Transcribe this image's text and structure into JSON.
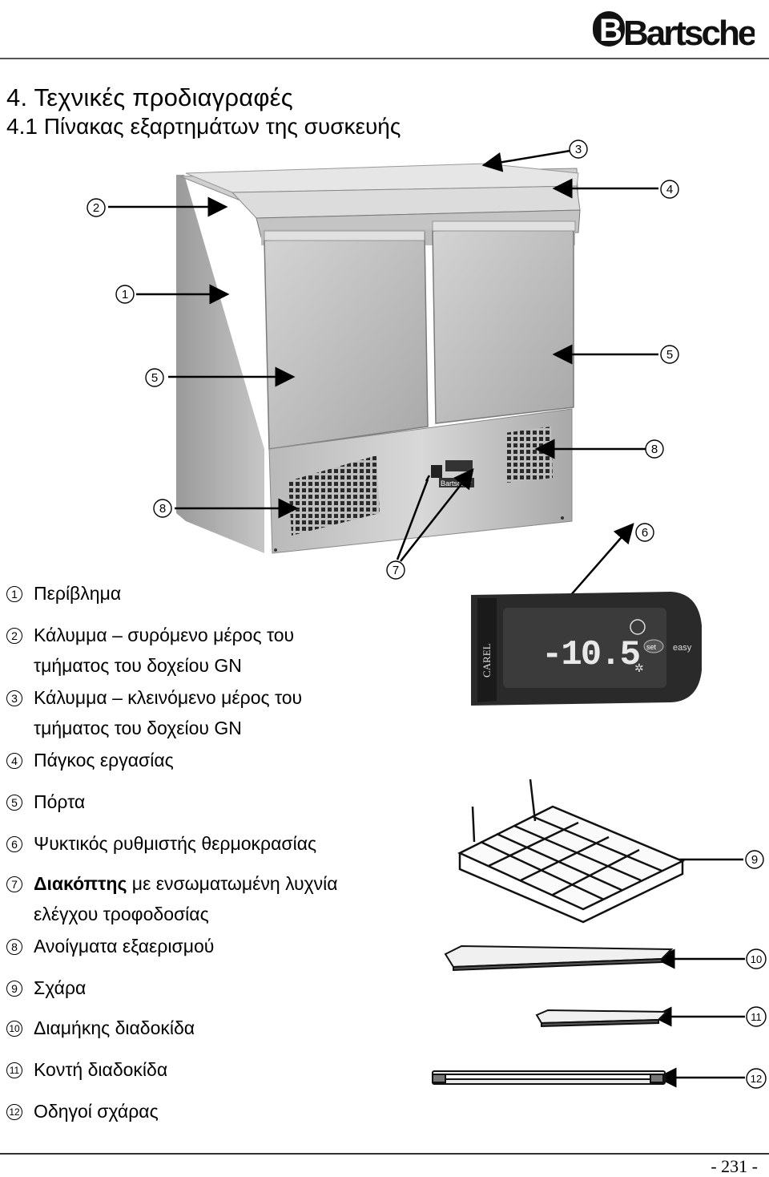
{
  "header": {
    "brand": "Bartscher"
  },
  "section_title": "4. Τεχνικές προδιαγραφές",
  "subsection_title": "4.1 Πίνακας εξαρτημάτων της συσκευής",
  "callouts": {
    "c1": "1",
    "c2": "2",
    "c3": "3",
    "c4": "4",
    "c5": "5",
    "c6": "6",
    "c7": "7",
    "c8": "8",
    "c9": "9",
    "c10": "10",
    "c11": "11",
    "c12": "12"
  },
  "controller": {
    "brand": "CAREL",
    "model": "easy",
    "display": "-10.5",
    "set_label": "set",
    "panel_brand": "Bartscher"
  },
  "legend": [
    {
      "num": "1",
      "text": "Περίβλημα"
    },
    {
      "num": "2",
      "line1": "Κάλυμμα – συρόμενο μέρος του",
      "line2": "τμήματος του δοχείου GN"
    },
    {
      "num": "3",
      "line1": "Κάλυμμα – κλεινόμενο μέρος του",
      "line2": "τμήματος του δοχείου GN"
    },
    {
      "num": "4",
      "text": "Πάγκος εργασίας"
    },
    {
      "num": "5",
      "text": "Πόρτα"
    },
    {
      "num": "6",
      "text": "Ψυκτικός ρυθμιστής θερμοκρασίας"
    },
    {
      "num": "7",
      "bold": "Διακόπτης",
      "rest": " με ενσωματωμένη λυχνία",
      "line2": "ελέγχου τροφοδοσίας"
    },
    {
      "num": "8",
      "text": "Ανοίγματα εξαερισμού"
    },
    {
      "num": "9",
      "text": "Σχάρα"
    },
    {
      "num": "10",
      "text": "Διαμήκης διαδοκίδα"
    },
    {
      "num": "11",
      "text": "Κοντή διαδοκίδα"
    },
    {
      "num": "12",
      "text": "Οδηγοί σχάρας"
    }
  ],
  "footer": {
    "page_number": "- 231 -"
  }
}
